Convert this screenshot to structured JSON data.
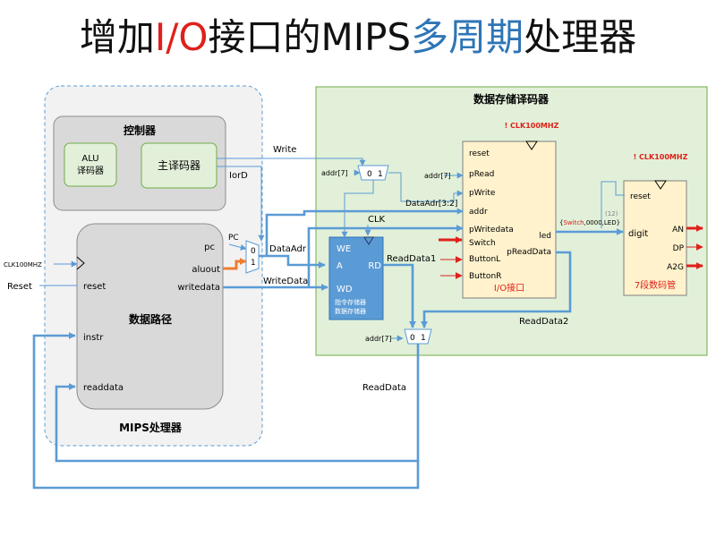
{
  "title": {
    "part1": "增加",
    "part2": "I/O",
    "part3": "接口的MIPS",
    "part4": "多周期",
    "part5": "处理器"
  },
  "colors": {
    "arrow": "#5b9bd5",
    "red": "#e0201a",
    "orange": "#ed7d31",
    "title_blue": "#2e75b6"
  },
  "processor": {
    "label": "MIPS处理器",
    "controller": {
      "label": "控制器",
      "alu_decoder": [
        "ALU",
        "译码器"
      ],
      "main_decoder": "主译码器"
    },
    "datapath": {
      "label": "数据路径",
      "ports": {
        "pc": "pc",
        "aluout": "aluout",
        "writedata": "writedata",
        "reset": "reset",
        "instr": "instr",
        "readdata": "readdata"
      }
    }
  },
  "external": {
    "clk": "CLK100MHZ",
    "reset": "Reset"
  },
  "mux": {
    "zero": "0",
    "one": "1"
  },
  "labels": {
    "write": "Write",
    "iord": "IorD",
    "pc": "PC",
    "dataadr": "DataAdr",
    "writedata": "WriteData",
    "clk": "CLK",
    "readdata1": "ReadData1",
    "readdata2": "ReadData2",
    "readdata": "ReadData",
    "dataadr32": "DataAdr[3:2]",
    "addr7": "addr[7]",
    "bus_prefix": "{",
    "bus_switch": "Switch",
    "bus_rest": ",0000,LED}",
    "bus_width": "(12)"
  },
  "decoder": {
    "label": "数据存储译码器"
  },
  "memory": {
    "we": "WE",
    "a": "A",
    "wd": "WD",
    "rd": "RD",
    "line1": "指令存储器",
    "line2": "数据存储器"
  },
  "io": {
    "clock": "! CLK100MHZ",
    "reset": "reset",
    "pread": "pRead",
    "pwrite": "pWrite",
    "addr": "addr",
    "pwritedata": "pWritedata",
    "switch": "Switch",
    "buttonl": "ButtonL",
    "buttonr": "ButtonR",
    "led": "led",
    "preaddata": "pReadData",
    "label": "I/O接口"
  },
  "seg7": {
    "clock": "! CLK100MHZ",
    "reset": "reset",
    "digit": "digit",
    "an": "AN",
    "dp": "DP",
    "a2g": "A2G",
    "label": "7段数码管"
  }
}
